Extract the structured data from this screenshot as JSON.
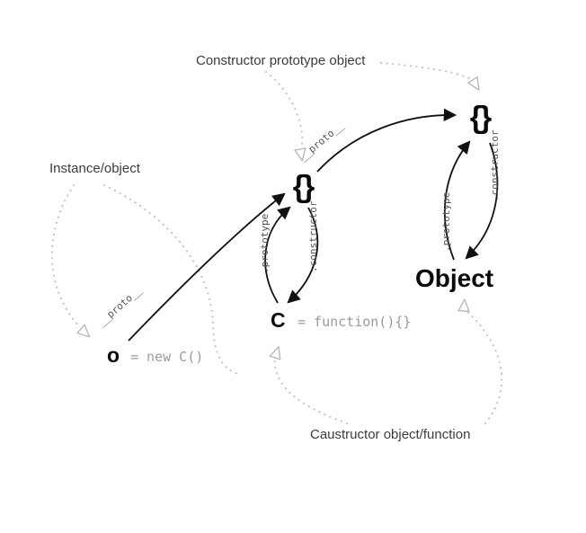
{
  "diagram": {
    "region_labels": {
      "constructor_prototype_object": "Constructor prototype object",
      "instance_object": "Instance/object",
      "constructor_object_function": "Caustructor object/function"
    },
    "nodes": {
      "instance_name": "o",
      "instance_definition": "= new C()",
      "constructor_name": "C",
      "constructor_definition": "= function(){}",
      "object_name": "Object",
      "mid_prototype_glyph": "{}",
      "top_prototype_glyph": "{}"
    },
    "edge_labels": {
      "proto_o": "__proto__",
      "proto_mid": "__proto__",
      "prototype_c": ".prototype",
      "constructor_c": ".constructor",
      "prototype_object": ".prototype",
      "constructor_object": ".constructor"
    },
    "colors": {
      "arrow": "#111111",
      "label_text": "#3c3c3c",
      "code_text": "#9b9b9b",
      "dotted": "#c6c6c6"
    }
  }
}
